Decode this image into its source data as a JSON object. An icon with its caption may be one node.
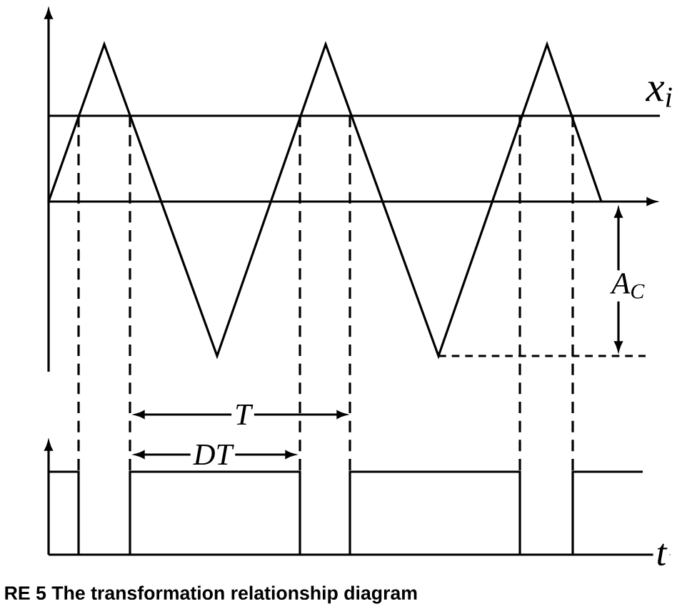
{
  "diagram": {
    "caption": "RE 5 The transformation relationship diagram",
    "labels": [
      "x$_{i}$",
      "A$_{C}$",
      "T",
      "DT",
      "t"
    ]
  }
}
